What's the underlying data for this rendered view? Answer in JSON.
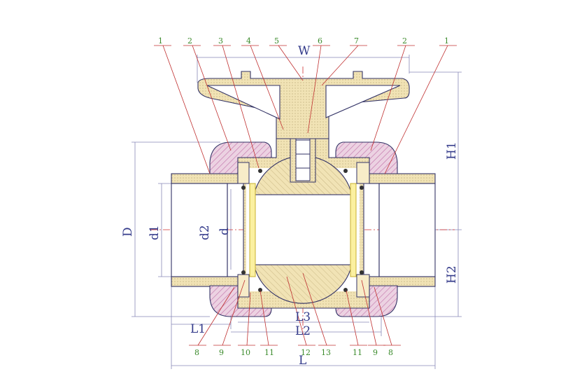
{
  "dimensions": {
    "W": "W",
    "D": "D",
    "d1": "d1",
    "d2": "d2",
    "d": "d",
    "H1": "H1",
    "H2": "H2",
    "L1": "L1",
    "L2": "L2",
    "L3": "L3",
    "L": "L"
  },
  "part_numbers_top": [
    "1",
    "2",
    "3",
    "4",
    "5",
    "6",
    "7",
    "2",
    "1"
  ],
  "part_numbers_bottom": [
    "8",
    "9",
    "10",
    "11",
    "12",
    "13",
    "11",
    "9",
    "8"
  ],
  "colors": {
    "outline": "#333366",
    "pipe_body": "#f1e3b5",
    "union_nut": "#e8c8dc",
    "hatch": "#c070a8",
    "seal": "#f5e060",
    "leader": "#c03030",
    "centerline": "#d03030",
    "dim_line": "#6060a0"
  }
}
